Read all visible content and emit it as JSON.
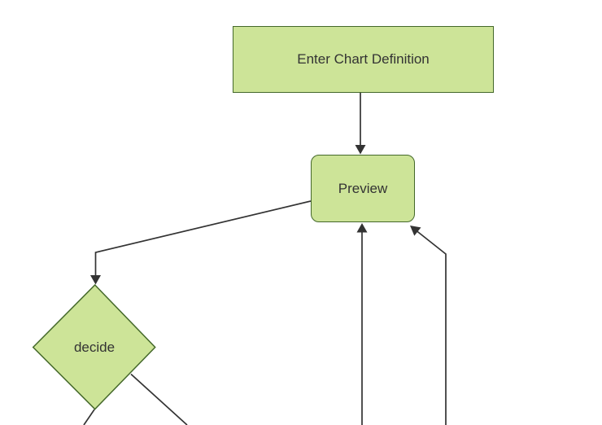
{
  "page": {
    "background": "#ffffff"
  },
  "diagram": {
    "type": "flowchart",
    "direction": "top-down",
    "colors": {
      "background": "#ffffff",
      "node_fill": "#cde498",
      "node_border": "#44682a",
      "edge": "#333333",
      "text": "#333333"
    },
    "nodes": [
      {
        "id": "enter-chart-definition",
        "label": "Enter Chart Definition",
        "shape": "rectangle"
      },
      {
        "id": "preview",
        "label": "Preview",
        "shape": "rounded-rectangle"
      },
      {
        "id": "decide",
        "label": "decide",
        "shape": "diamond"
      }
    ],
    "edges": [
      {
        "from": "enter-chart-definition",
        "to": "preview",
        "arrowhead_visible": true
      },
      {
        "from": "preview",
        "to": "decide",
        "arrowhead_visible": true
      },
      {
        "from": "offscreen-bottom",
        "to": "preview",
        "arrowhead_visible": true
      },
      {
        "from": "offscreen-bottom-right",
        "to": "preview",
        "arrowhead_visible": true
      },
      {
        "from": "decide",
        "to": "offscreen-bottom-left",
        "arrowhead_visible": false
      },
      {
        "from": "decide",
        "to": "offscreen-bottom-right",
        "arrowhead_visible": false
      }
    ]
  }
}
